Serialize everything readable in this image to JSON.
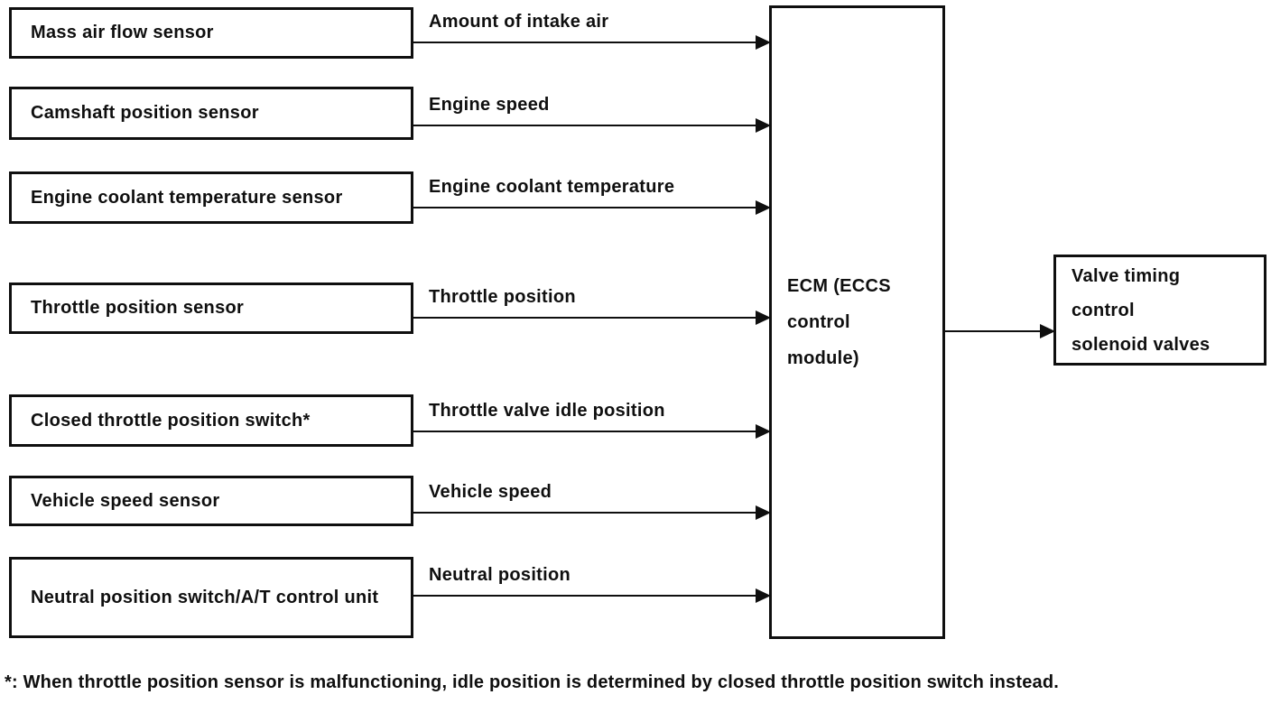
{
  "diagram": {
    "title_hint": "ECCS valve timing control input-output diagram",
    "colors": {
      "foreground": "#0f0f0f",
      "background": "#ffffff"
    },
    "sensors": [
      {
        "label": "Mass air flow sensor",
        "signal": "Amount of intake air"
      },
      {
        "label": "Camshaft position sensor",
        "signal": "Engine speed"
      },
      {
        "label": "Engine coolant temperature sensor",
        "signal": "Engine coolant temperature"
      },
      {
        "label": "Throttle position sensor",
        "signal": "Throttle position"
      },
      {
        "label": "Closed throttle position switch*",
        "signal": "Throttle valve idle position"
      },
      {
        "label": "Vehicle speed sensor",
        "signal": "Vehicle speed"
      },
      {
        "label": "Neutral position switch/A/T control unit",
        "signal": "Neutral position"
      }
    ],
    "ecm": {
      "label": "ECM (ECCS control module)",
      "lines": [
        "ECM (ECCS",
        "control",
        "module)"
      ]
    },
    "output": {
      "label": "Valve timing control solenoid valves",
      "lines": [
        "Valve timing",
        "control",
        "solenoid valves"
      ]
    },
    "footnote": "*: When throttle position sensor is malfunctioning, idle position is determined by closed throttle position switch instead."
  }
}
